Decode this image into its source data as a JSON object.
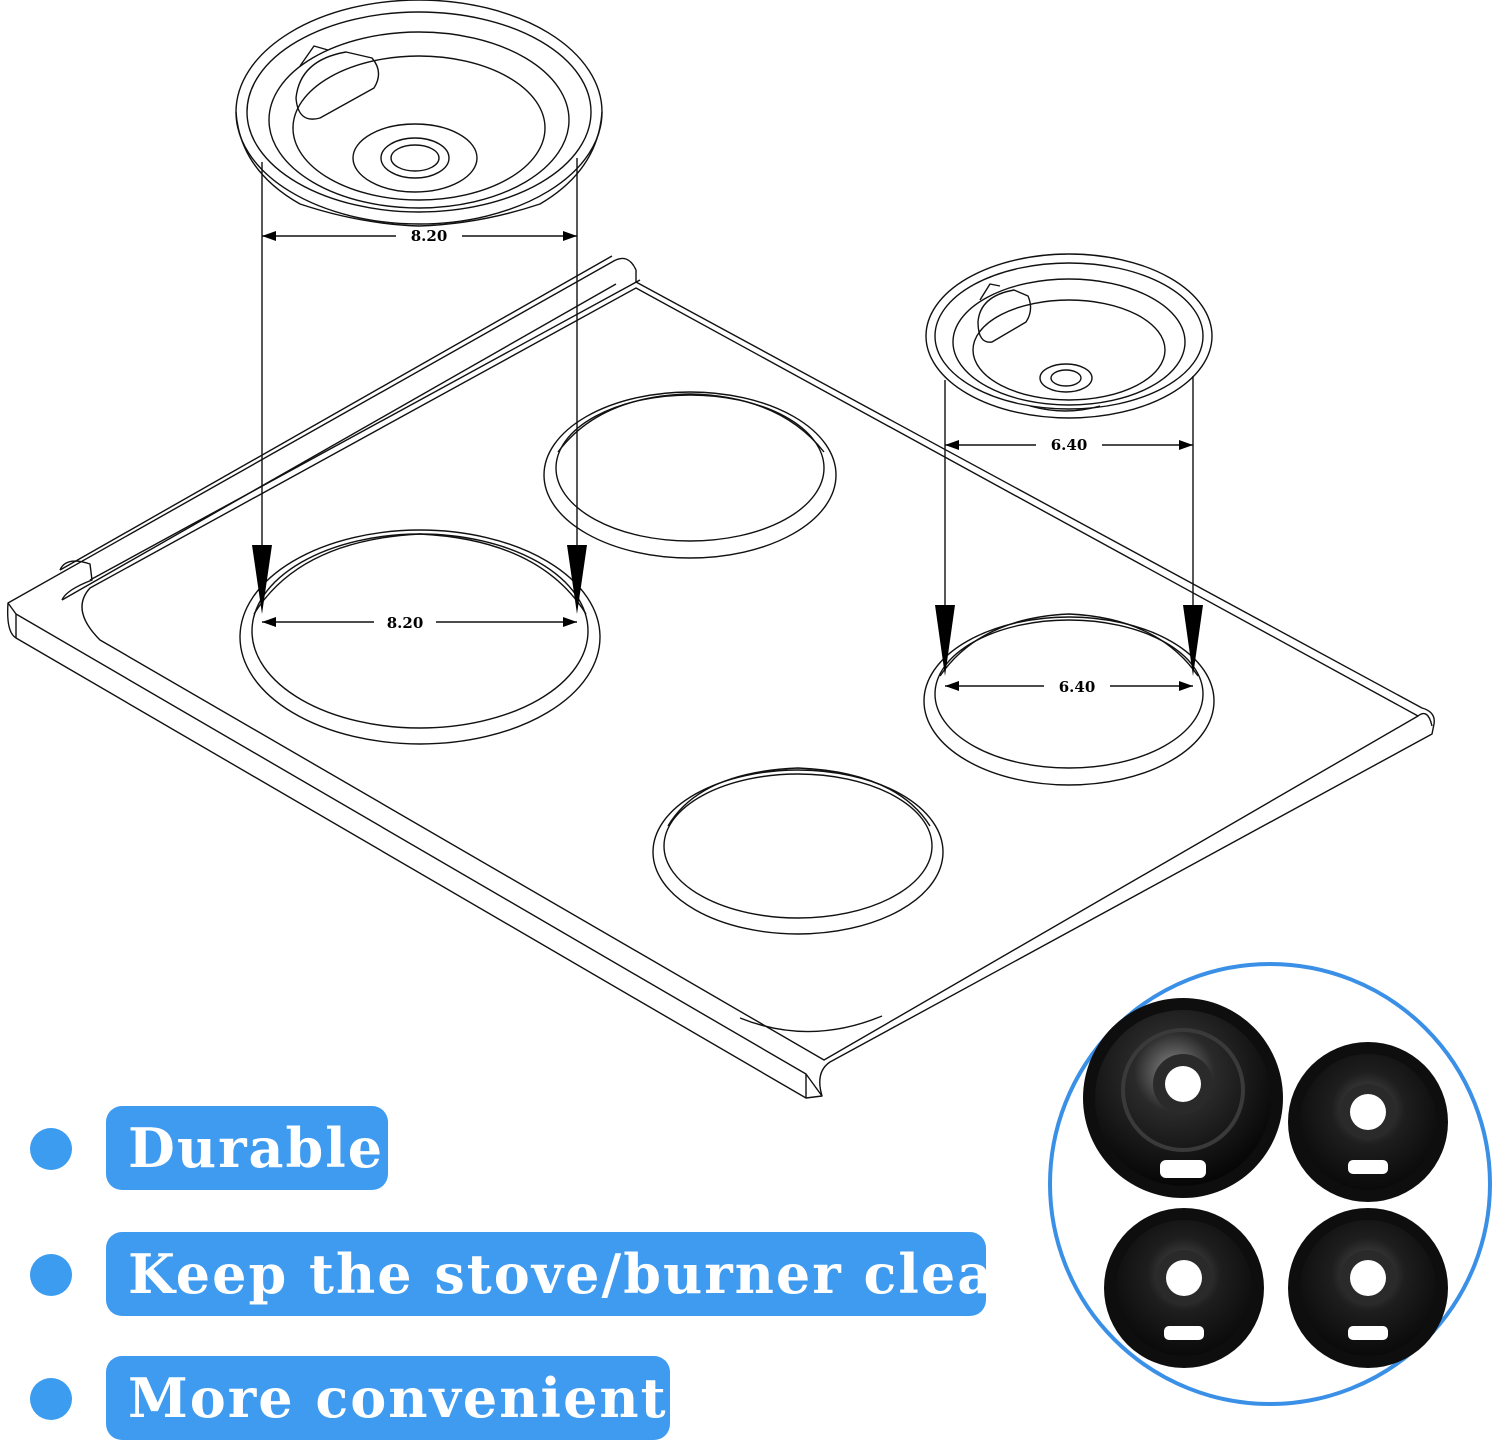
{
  "colors": {
    "accent": "#3c9cf0",
    "pill": "#3f9bf0",
    "inset_ring": "#3a8fe6",
    "line": "#111111",
    "drip_pan": "#141414"
  },
  "dimensions": {
    "large_pan_top": "8.20",
    "large_hole": "8.20",
    "small_pan_top": "6.40",
    "small_hole": "6.40"
  },
  "features": [
    {
      "label": "Durable"
    },
    {
      "label": "Keep the stove/burner clean"
    },
    {
      "label": "More convenient"
    }
  ],
  "inset": {
    "icon": "drip-pan-set-icon",
    "pans": 4
  }
}
